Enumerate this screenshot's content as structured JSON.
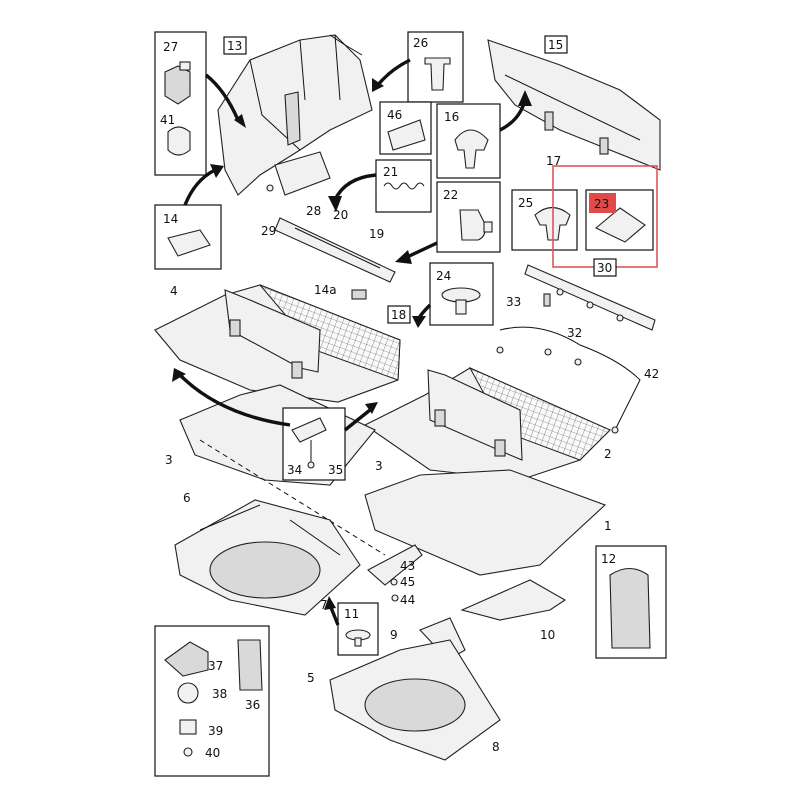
{
  "labels": {
    "n1": "1",
    "n2": "2",
    "n3": "3",
    "n3b": "3",
    "n4": "4",
    "n5": "5",
    "n6": "6",
    "n7": "7",
    "n8": "8",
    "n9": "9",
    "n10": "10",
    "n11": "11",
    "n12": "12",
    "n13": "13",
    "n14": "14",
    "n14a": "14a",
    "n15": "15",
    "n16": "16",
    "n17": "17",
    "n18": "18",
    "n19": "19",
    "n20": "20",
    "n21": "21",
    "n22": "22",
    "n23": "23",
    "n24": "24",
    "n25": "25",
    "n26": "26",
    "n27": "27",
    "n28": "28",
    "n29": "29",
    "n30": "30",
    "n32": "32",
    "n33": "33",
    "n34": "34",
    "n35": "35",
    "n36": "36",
    "n37": "37",
    "n38": "38",
    "n39": "39",
    "n40": "40",
    "n41": "41",
    "n42": "42",
    "n43": "43",
    "n44": "44",
    "n45": "45",
    "n46": "46"
  },
  "highlight": {
    "part": "23",
    "color": "#e24a4a"
  }
}
